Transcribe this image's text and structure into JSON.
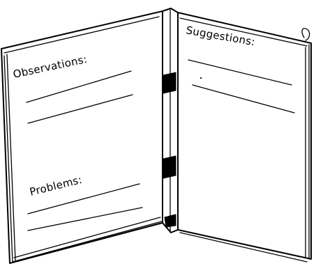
{
  "figure": {
    "left_page": {
      "heading_top": "Observations:",
      "heading_bottom": "Problems:"
    },
    "right_page": {
      "heading_top": "Suggestions:"
    }
  }
}
